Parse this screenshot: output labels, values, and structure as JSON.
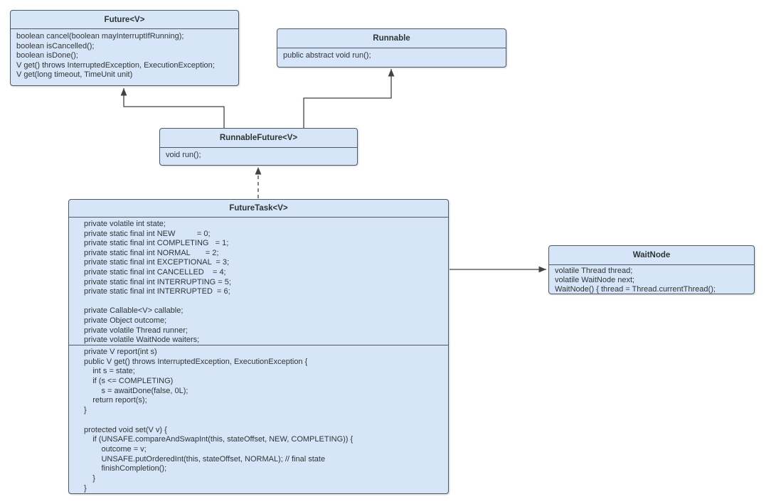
{
  "colors": {
    "box_fill": "#d6e6f8",
    "box_border": "#4d5964",
    "connector": "#3f4447",
    "text": "#2f3437",
    "background": "#ffffff"
  },
  "classes": {
    "future": {
      "title": "Future<V>",
      "members": [
        "boolean cancel(boolean mayInterruptIfRunning);",
        "boolean isCancelled();",
        "boolean isDone();",
        "V get() throws InterruptedException, ExecutionException;",
        "V get(long timeout, TimeUnit unit)"
      ]
    },
    "runnable": {
      "title": "Runnable",
      "members": [
        "public abstract void run();"
      ]
    },
    "runnable_future": {
      "title": "RunnableFuture<V>",
      "members": [
        "void run();"
      ]
    },
    "future_task": {
      "title": "FutureTask<V>",
      "fields": [
        "private volatile int state;",
        "private static final int NEW          = 0;",
        "private static final int COMPLETING   = 1;",
        "private static final int NORMAL       = 2;",
        "private static final int EXCEPTIONAL  = 3;",
        "private static final int CANCELLED    = 4;",
        "private static final int INTERRUPTING = 5;",
        "private static final int INTERRUPTED  = 6;",
        "",
        "private Callable<V> callable;",
        "private Object outcome;",
        "private volatile Thread runner;",
        "private volatile WaitNode waiters;"
      ],
      "methods": [
        "private V report(int s)",
        "public V get() throws InterruptedException, ExecutionException {",
        "    int s = state;",
        "    if (s <= COMPLETING)",
        "        s = awaitDone(false, 0L);",
        "    return report(s);",
        "}",
        "",
        "protected void set(V v) {",
        "    if (UNSAFE.compareAndSwapInt(this, stateOffset, NEW, COMPLETING)) {",
        "        outcome = v;",
        "        UNSAFE.putOrderedInt(this, stateOffset, NORMAL); // final state",
        "        finishCompletion();",
        "    }",
        "}"
      ]
    },
    "wait_node": {
      "title": "WaitNode",
      "members": [
        "volatile Thread thread;",
        "volatile WaitNode next;",
        "WaitNode() { thread = Thread.currentThread();"
      ]
    }
  },
  "relationships": [
    {
      "from": "RunnableFuture<V>",
      "to": "Future<V>",
      "type": "extends",
      "line_style": "solid"
    },
    {
      "from": "RunnableFuture<V>",
      "to": "Runnable",
      "type": "extends",
      "line_style": "solid"
    },
    {
      "from": "FutureTask<V>",
      "to": "RunnableFuture<V>",
      "type": "implements",
      "line_style": "dashed"
    },
    {
      "from": "FutureTask<V>",
      "to": "WaitNode",
      "type": "association",
      "line_style": "solid"
    }
  ]
}
